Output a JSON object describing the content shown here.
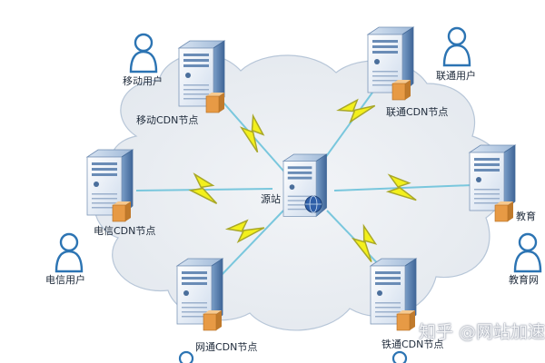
{
  "colors": {
    "cloud_fill": "#eceff3",
    "cloud_stroke": "#b7c6d8",
    "server_front": "#eef3f9",
    "server_side": "#5f86b4",
    "user_outline": "#2c74b3",
    "bolt_fill": "#f3f01c",
    "bolt_stroke": "#a9a829",
    "link_color": "#79c7dd"
  },
  "nodes": {
    "origin": "源站",
    "mobile_cdn": "移动CDN节点",
    "unicom_cdn": "联通CDN节点",
    "telecom_cdn": "电信CDN节点",
    "education_cdn": "教育",
    "netcom_cdn": "网通CDN节点",
    "railcom_cdn": "铁通CDN节点"
  },
  "users": {
    "mobile": "移动用户",
    "unicom": "联通用户",
    "telecom": "电信用户",
    "education": "教育网"
  },
  "watermark": "知乎 @网站加速"
}
